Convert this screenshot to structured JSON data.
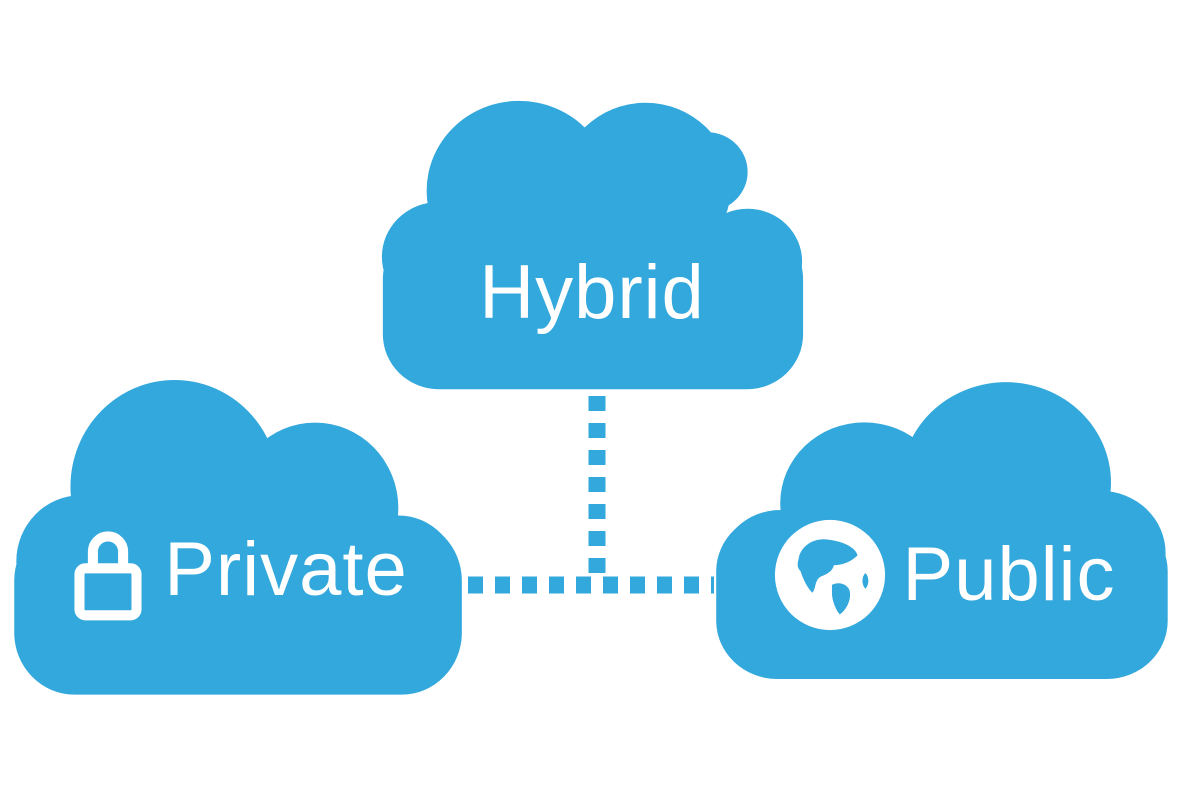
{
  "diagram": {
    "background_color": "#ffffff",
    "accent_color": "#33A8DC",
    "icon_color": "#ffffff",
    "label_color": "#ffffff",
    "nodes": [
      {
        "id": "hybrid",
        "label": "Hybrid",
        "icon": "none",
        "position": "top-center"
      },
      {
        "id": "private",
        "label": "Private",
        "icon": "lock-icon",
        "position": "bottom-left"
      },
      {
        "id": "public",
        "label": "Public",
        "icon": "globe-icon",
        "position": "bottom-right"
      }
    ],
    "connectors": [
      {
        "from": "hybrid",
        "to": "private-public-link",
        "style": "dotted",
        "orientation": "vertical"
      },
      {
        "from": "private",
        "to": "public",
        "style": "dotted",
        "orientation": "horizontal"
      }
    ]
  }
}
